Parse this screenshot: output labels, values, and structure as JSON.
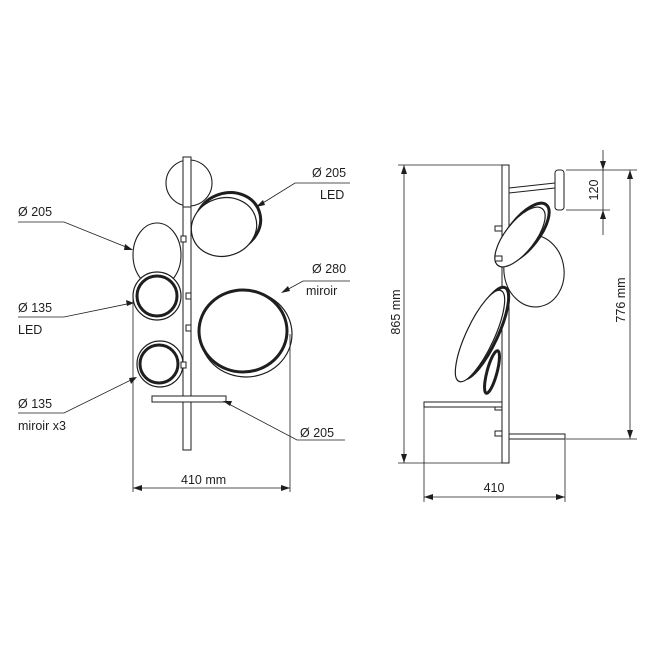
{
  "front_view": {
    "labels": [
      {
        "id": "top-right-led-size",
        "text": "Ø 205"
      },
      {
        "id": "top-right-led-type",
        "text": "LED"
      },
      {
        "id": "left-upper-size",
        "text": "Ø 205"
      },
      {
        "id": "right-mirror-size",
        "text": "Ø 280"
      },
      {
        "id": "right-mirror-type",
        "text": "miroir"
      },
      {
        "id": "left-mid-led-size",
        "text": "Ø 135"
      },
      {
        "id": "left-mid-led-type",
        "text": "LED"
      },
      {
        "id": "left-lower-size",
        "text": "Ø 135"
      },
      {
        "id": "left-lower-type",
        "text": "miroir x3"
      },
      {
        "id": "shelf-size",
        "text": "Ø 205"
      }
    ],
    "width_label": "410 mm"
  },
  "side_view": {
    "height_total": "865 mm",
    "height_arm": "776 mm",
    "top_offset": "120",
    "width_label": "410"
  },
  "colors": {
    "line": "#1e1e1e",
    "background": "#ffffff"
  }
}
